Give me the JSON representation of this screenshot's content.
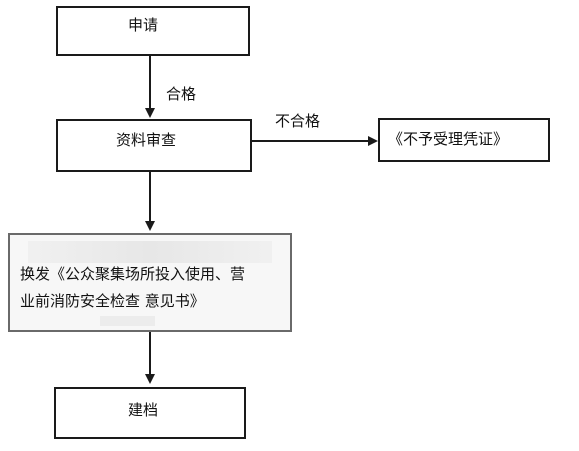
{
  "nodes": {
    "apply": "申请",
    "review": "资料审查",
    "reject": "《不予受理凭证》",
    "issue_line1": "换发《公众聚集场所投入使用、营",
    "issue_line2": "业前消防安全检查 意见书》",
    "archive": "建档"
  },
  "edges": {
    "pass": "合格",
    "fail": "不合格"
  }
}
